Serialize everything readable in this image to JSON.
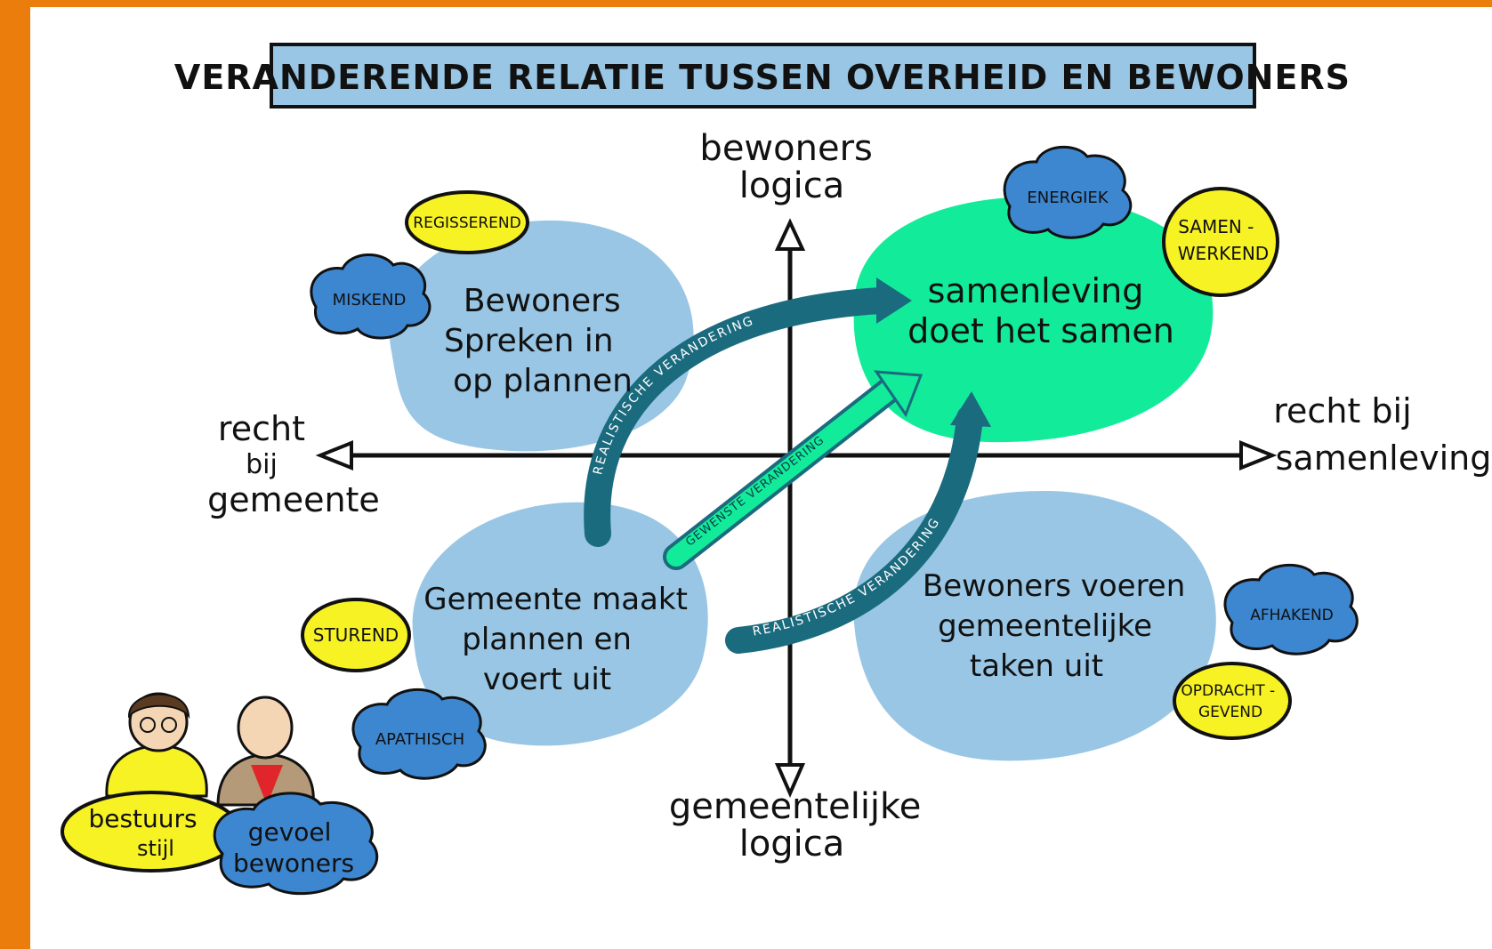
{
  "title": "VERANDERENDE RELATIE TUSSEN OVERHEID EN BEWONERS",
  "axes": {
    "top": [
      "bewoners",
      "logica"
    ],
    "bottom": [
      "gemeentelijke",
      "logica"
    ],
    "left": [
      "recht",
      "bij",
      "gemeente"
    ],
    "right": [
      "recht bij",
      "samenleving"
    ]
  },
  "quadrants": {
    "top_left": [
      "Bewoners",
      "Spreken in",
      "op plannen"
    ],
    "top_right": [
      "samenleving",
      "doet het samen"
    ],
    "bottom_left": [
      "Gemeente maakt",
      "plannen en",
      "voert uit"
    ],
    "bottom_right": [
      "Bewoners voeren",
      "gemeentelijke",
      "taken uit"
    ]
  },
  "badges": {
    "regisserend": "REGISSEREND",
    "miskend": "MISKEND",
    "energiek": "ENERGIEK",
    "samenwerkend": [
      "SAMEN -",
      "WERKEND"
    ],
    "sturend": "STUREND",
    "apathisch": "APATHISCH",
    "afhakend": "AFHAKEND",
    "opdrachtgevend": [
      "OPDRACHT -",
      "GEVEND"
    ]
  },
  "arrows": {
    "top": "REALISTISCHE VERANDERING",
    "diagonal": "GEWENSTE VERANDERING",
    "bottom": "REALISTISCHE VERANDERING"
  },
  "legend": {
    "bestuursstijl": [
      "bestuurs",
      "stijl"
    ],
    "gevoel": [
      "gevoel",
      "bewoners"
    ]
  },
  "colors": {
    "frame": "#ea7d0c",
    "bluecloud": "#98c6e4",
    "green": "#12ec9a",
    "badge_yellow": "#f6f224",
    "badge_blue": "#3d86d0",
    "arrow_teal": "#1b6b7f",
    "title_box": "#98c6e4"
  }
}
